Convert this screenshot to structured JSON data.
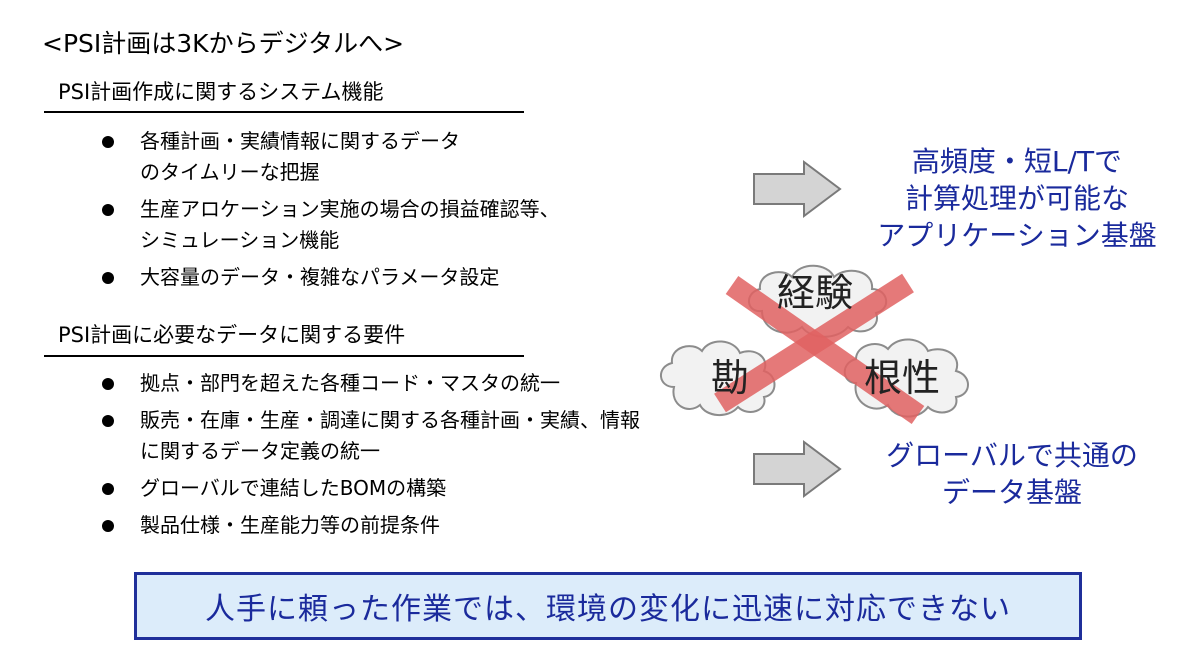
{
  "title": "<PSI計画は3Kからデジタルへ>",
  "section1": {
    "heading": "PSI計画作成に関するシステム機能",
    "items": [
      {
        "line1": "各種計画・実績情報に関するデータ",
        "line2": "のタイムリーな把握"
      },
      {
        "line1": "生産アロケーション実施の場合の損益確認等、",
        "line2": "シミュレーション機能"
      },
      {
        "line1": "大容量のデータ・複雑なパラメータ設定",
        "line2": ""
      }
    ]
  },
  "section2": {
    "heading": "PSI計画に必要なデータに関する要件",
    "items": [
      {
        "line1": "拠点・部門を超えた各種コード・マスタの統一",
        "line2": ""
      },
      {
        "line1": "販売・在庫・生産・調達に関する各種計画・実績、情報",
        "line2": "に関するデータ定義の統一"
      },
      {
        "line1": "グローバルで連結したBOMの構築",
        "line2": ""
      },
      {
        "line1": "製品仕様・生産能力等の前提条件",
        "line2": ""
      }
    ]
  },
  "result1": {
    "lines": [
      "高頻度・短L/Tで",
      "計算処理が可能な",
      "アプリケーション基盤"
    ]
  },
  "result2": {
    "lines": [
      "グローバルで共通の",
      "データ基盤"
    ]
  },
  "clouds": {
    "top": "経験",
    "left": "勘",
    "right": "根性"
  },
  "banner": "人手に頼った作業では、環境の変化に迅速に対応できない",
  "colors": {
    "accent_text": "#1a2a9c",
    "banner_bg": "#dcecfa",
    "cross": "#e05a5a"
  }
}
